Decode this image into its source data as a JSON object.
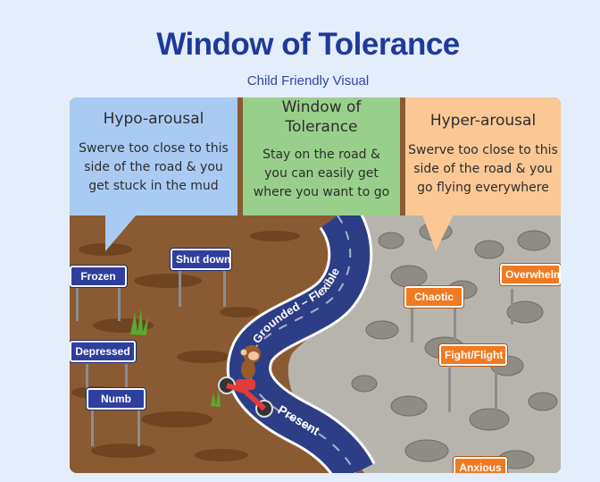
{
  "header": {
    "title": "Window of Tolerance",
    "subtitle": "Child Friendly Visual"
  },
  "panels": {
    "hypo": {
      "heading": "Hypo-arousal",
      "lines": [
        "Swerve too close to this",
        "side of the road & you",
        "get stuck in the mud"
      ]
    },
    "window": {
      "heading_lines": [
        "Window of",
        "Tolerance"
      ],
      "lines": [
        "Stay on the road &",
        "you can easily get",
        "where you want to go"
      ]
    },
    "hyper": {
      "heading": "Hyper-arousal",
      "lines": [
        "Swerve too close to this",
        "side of the road & you",
        "go flying everywhere"
      ]
    }
  },
  "road_labels": {
    "upper": "Grounded – Flexible",
    "lower": "Present"
  },
  "signs": {
    "hypo": [
      "Frozen",
      "Shut down",
      "Depressed",
      "Numb"
    ],
    "hyper": [
      "Chaotic",
      "Overwhelmed",
      "Fight/Flight",
      "Anxious"
    ]
  },
  "colors": {
    "title": "#1f3a9a",
    "hypo_panel": "#a9cbf3",
    "window_panel": "#98cf8a",
    "hyper_panel": "#fbc895",
    "mud": "#8a5a32",
    "rocks": "#b7b4ae",
    "road": "#2c3e86",
    "hypo_sign": "#2f3f9e",
    "hyper_sign": "#ef7a22"
  },
  "icons": [
    "monkey-on-motorbike-icon",
    "grass-tuft-icon"
  ]
}
